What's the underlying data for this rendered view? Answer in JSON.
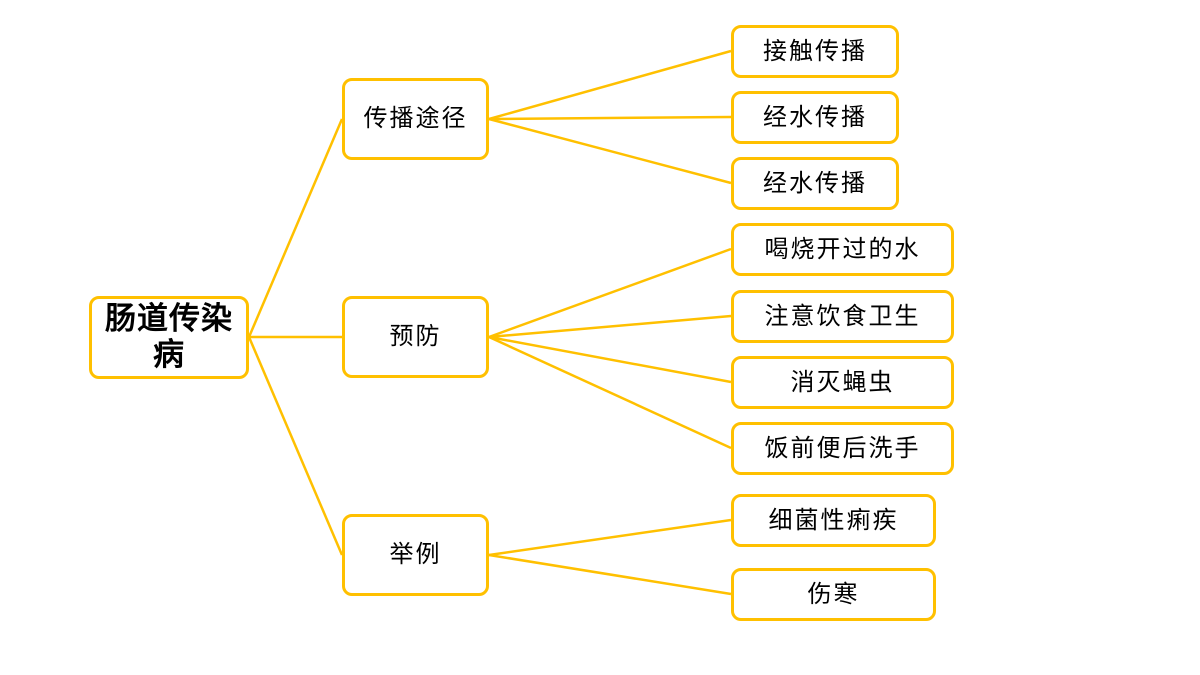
{
  "colors": {
    "accent": "#FFC000",
    "text": "#000000",
    "background": "#FFFFFF"
  },
  "root": {
    "label": "肠道传染病"
  },
  "branches": [
    {
      "label": "传播途径",
      "children": [
        "接触传播",
        "经水传播",
        "经水传播"
      ]
    },
    {
      "label": "预防",
      "children": [
        "喝烧开过的水",
        "注意饮食卫生",
        "消灭蝇虫",
        "饭前便后洗手"
      ]
    },
    {
      "label": "举例",
      "children": [
        "细菌性痢疾",
        "伤寒"
      ]
    }
  ]
}
